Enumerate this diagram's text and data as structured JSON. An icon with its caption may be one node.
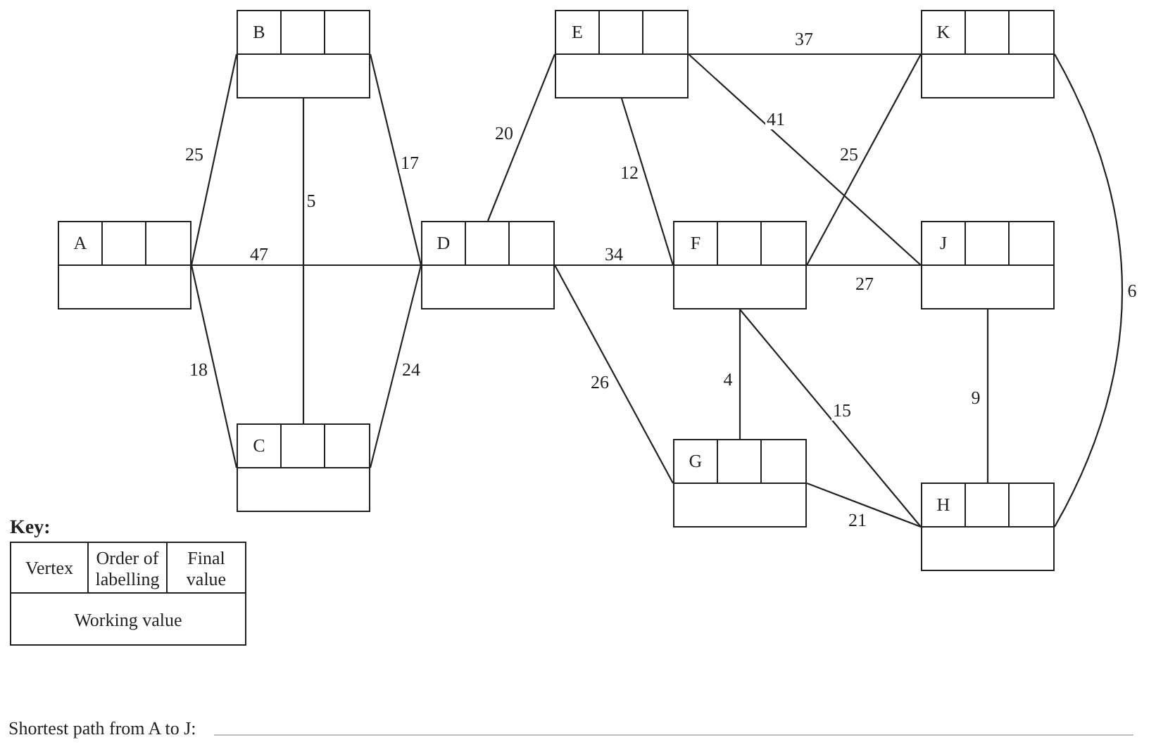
{
  "diagram": {
    "nodes": [
      {
        "text": [
          "A"
        ]
      },
      {
        "text": [
          "B"
        ]
      },
      {
        "text": [
          "C"
        ]
      },
      {
        "text": [
          "D"
        ]
      },
      {
        "text": [
          "E"
        ]
      },
      {
        "text": [
          "F"
        ]
      },
      {
        "text": [
          "G"
        ]
      },
      {
        "text": [
          "H"
        ]
      },
      {
        "text": [
          "J"
        ]
      },
      {
        "text": [
          "K"
        ]
      },
      {
        "text": [
          "Vertex",
          "Order of labelling",
          "Final value",
          "Working value"
        ],
        "beside": [
          "Key:"
        ]
      }
    ],
    "edges": [
      {
        "from": 0,
        "to": 1,
        "arrow": "none",
        "label": "25"
      },
      {
        "from": 0,
        "to": 2,
        "arrow": "none",
        "label": "18"
      },
      {
        "from": 0,
        "to": 3,
        "arrow": "none",
        "label": "47"
      },
      {
        "from": 1,
        "to": 2,
        "arrow": "none",
        "label": "5"
      },
      {
        "from": 1,
        "to": 3,
        "arrow": "none",
        "label": "17"
      },
      {
        "from": 2,
        "to": 3,
        "arrow": "none",
        "label": "24"
      },
      {
        "from": 3,
        "to": 4,
        "arrow": "none",
        "label": "20"
      },
      {
        "from": 3,
        "to": 5,
        "arrow": "none",
        "label": "34"
      },
      {
        "from": 3,
        "to": 6,
        "arrow": "none",
        "label": "26"
      },
      {
        "from": 4,
        "to": 5,
        "arrow": "none",
        "label": "12"
      },
      {
        "from": 4,
        "to": 8,
        "arrow": "none",
        "label": "41"
      },
      {
        "from": 4,
        "to": 9,
        "arrow": "none",
        "label": "37"
      },
      {
        "from": 5,
        "to": 6,
        "arrow": "none",
        "label": "4"
      },
      {
        "from": 5,
        "to": 7,
        "arrow": "none",
        "label": "15"
      },
      {
        "from": 5,
        "to": 8,
        "arrow": "none",
        "label": "27"
      },
      {
        "from": 5,
        "to": 9,
        "arrow": "none",
        "label": "25"
      },
      {
        "from": 6,
        "to": 7,
        "arrow": "none",
        "label": "21"
      },
      {
        "from": 7,
        "to": 8,
        "arrow": "none",
        "label": "9"
      },
      {
        "from": 7,
        "to": 9,
        "arrow": "none",
        "label": "6"
      }
    ],
    "labels": [
      "Shortest path from A to J:"
    ]
  }
}
